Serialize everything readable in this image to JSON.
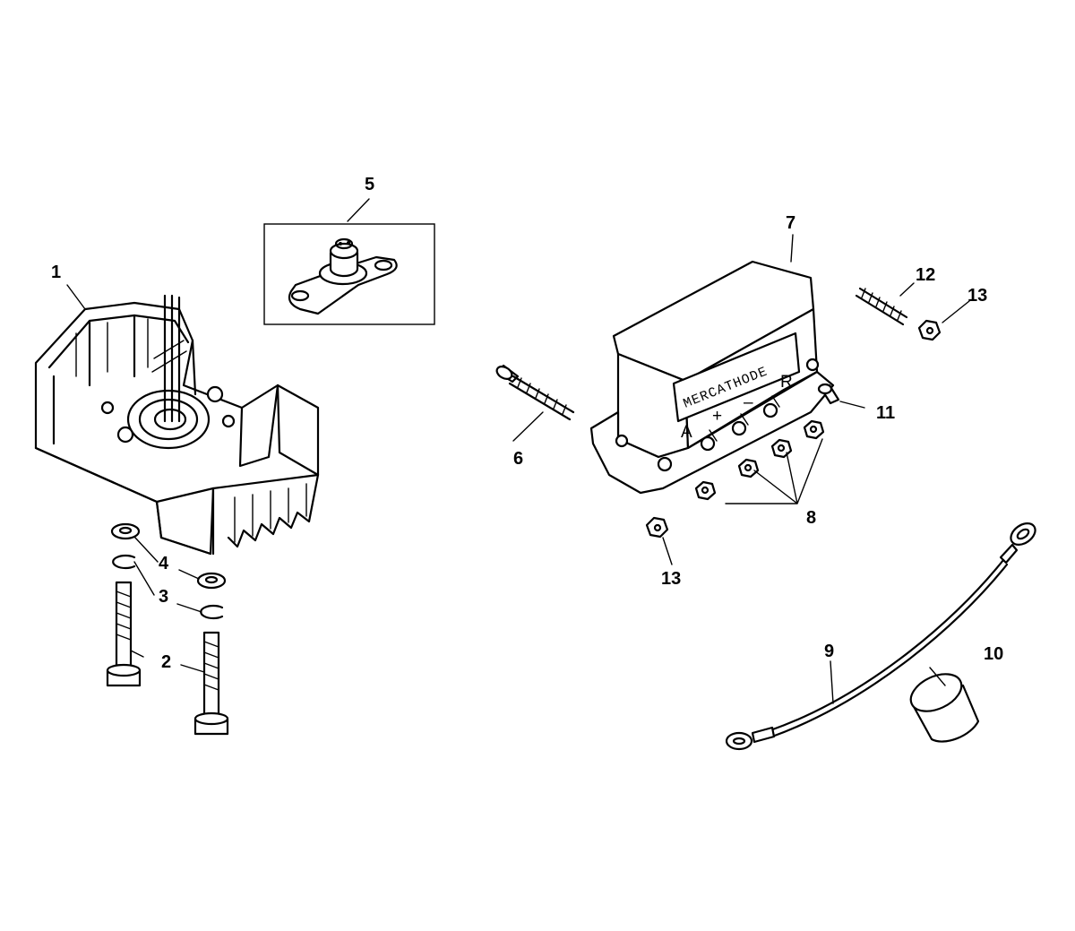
{
  "diagram": {
    "callouts": [
      {
        "id": "1",
        "label": "1"
      },
      {
        "id": "2",
        "label": "2"
      },
      {
        "id": "3",
        "label": "3"
      },
      {
        "id": "4",
        "label": "4"
      },
      {
        "id": "5",
        "label": "5"
      },
      {
        "id": "6",
        "label": "6"
      },
      {
        "id": "7",
        "label": "7"
      },
      {
        "id": "8",
        "label": "8"
      },
      {
        "id": "9",
        "label": "9"
      },
      {
        "id": "10",
        "label": "10"
      },
      {
        "id": "11",
        "label": "11"
      },
      {
        "id": "12",
        "label": "12"
      },
      {
        "id": "13a",
        "label": "13"
      },
      {
        "id": "13b",
        "label": "13"
      }
    ],
    "controller_panel": {
      "brand": "MERCATHODE",
      "terminals": [
        "A",
        "+",
        "–",
        "R"
      ]
    }
  }
}
